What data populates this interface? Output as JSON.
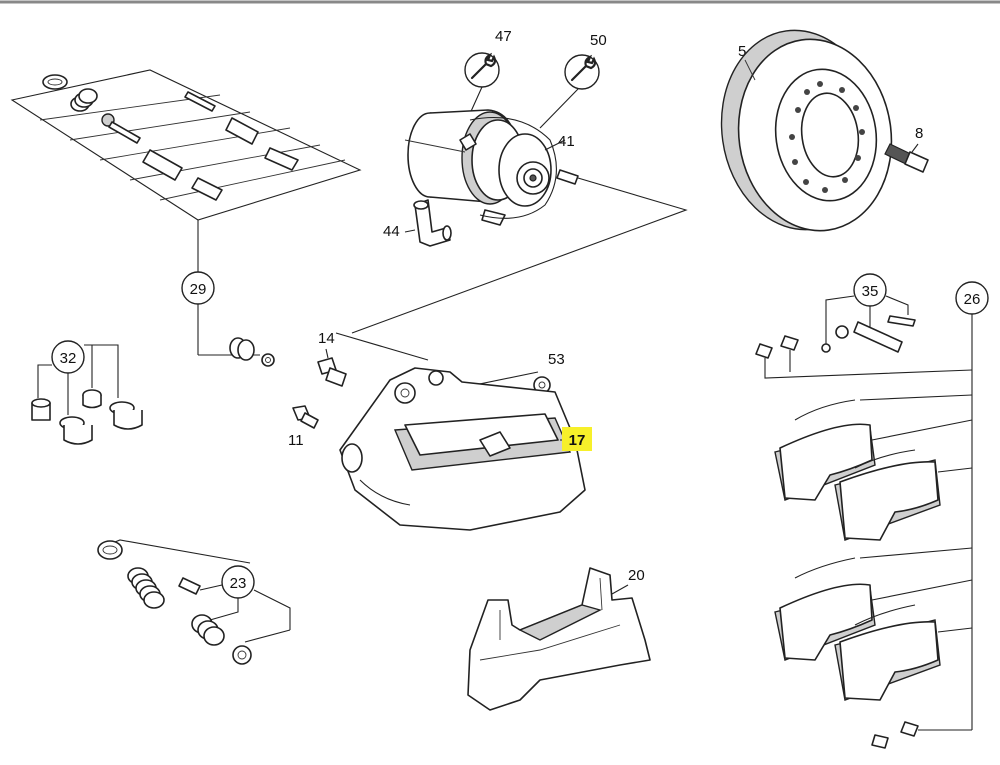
{
  "callouts": {
    "c47": "47",
    "c50": "50",
    "c41": "41",
    "c44": "44",
    "c5": "5",
    "c8": "8",
    "c29": "29",
    "c32": "32",
    "c14": "14",
    "c53": "53",
    "c11": "11",
    "c17": "17",
    "c35": "35",
    "c26": "26",
    "c23": "23",
    "c20": "20"
  },
  "colors": {
    "highlight": "#f7f02a",
    "line": "#222222"
  },
  "icons": {
    "wrench": "wrench-icon"
  }
}
